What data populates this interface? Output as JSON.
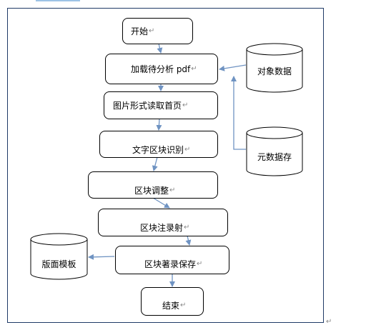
{
  "nodes": {
    "start": "开始",
    "load_pdf": "加载待分析 pdf",
    "read_first_page": "图片形式读取首页",
    "text_block_recognition": "文字区块识别",
    "block_adjust": "区块调整",
    "block_annotate": "区块注录射",
    "block_save": "区块著录保存",
    "end": "结束"
  },
  "stores": {
    "object_data": "对象数据",
    "meta_data": "元数据存",
    "layout_template": "版面模板"
  },
  "paragraph_mark": "↵",
  "colors": {
    "arrow": "#6f93c2",
    "frame": "#1f3a66",
    "line": "#000000"
  }
}
